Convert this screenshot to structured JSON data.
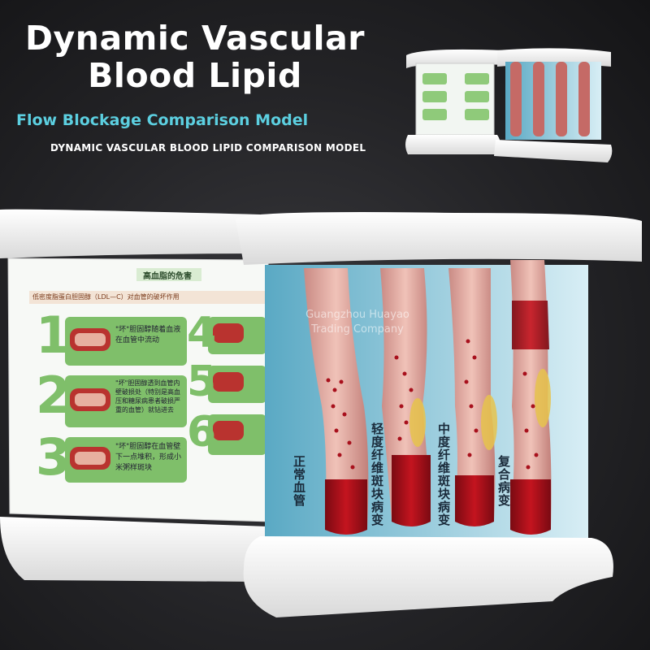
{
  "headline": {
    "title": "Dynamic Vascular Blood Lipid",
    "subtitle": "Flow Blockage Comparison Model",
    "subtitle_en": "DYNAMIC VASCULAR BLOOD LIPID COMPARISON MODEL"
  },
  "left_panel": {
    "heading": "高血脂的危害",
    "subheading": "低密度脂蛋白胆固醇（LDL—C）对血管的破坏作用",
    "steps": [
      {
        "number": "1",
        "text": "\"坏\"胆固醇随着血液在血管中流动"
      },
      {
        "number": "2",
        "text": "\"坏\"胆固醇透到血管内壁破损处（特别是高血压和糖尿病患者破损严重的血管）就钻进去"
      },
      {
        "number": "3",
        "text": "\"坏\"胆固醇在血管壁下一点堆积，形成小米粥样斑块"
      },
      {
        "number": "4",
        "text": ""
      },
      {
        "number": "5",
        "text": ""
      },
      {
        "number": "6",
        "text": ""
      }
    ]
  },
  "right_panel": {
    "vessels": [
      {
        "label": "正常血管"
      },
      {
        "label": "轻度纤维斑块病变"
      },
      {
        "label": "中度纤维斑块病变"
      },
      {
        "label": "复合病变"
      }
    ]
  },
  "watermark": {
    "line1": "Guangzhou Huayao",
    "line2": "Trading Company"
  },
  "colors": {
    "accent_cyan": "#5ccfe0",
    "blood": "#b3121e",
    "panel_green": "#7fbf6a",
    "panel_blue": "#6fb6cf"
  }
}
